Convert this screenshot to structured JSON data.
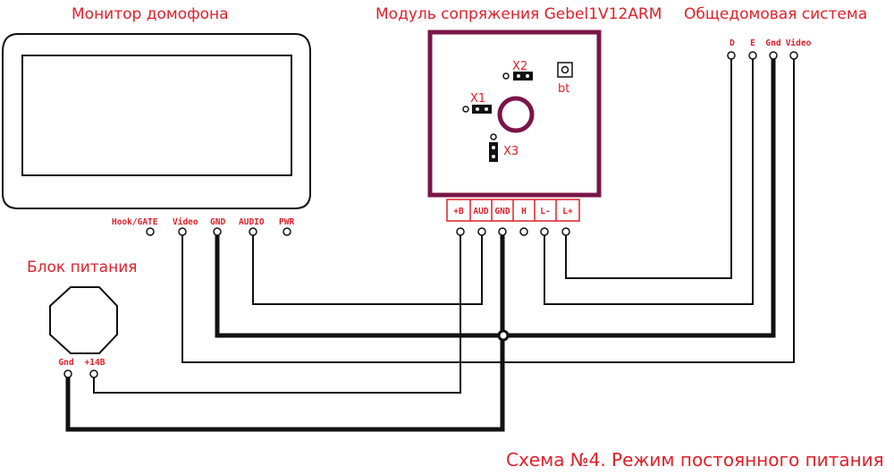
{
  "labels": {
    "monitor": "Монитор домофона",
    "module": "Модуль сопряжения Gebel1V12ARM",
    "building": "Общедомовая система",
    "power_unit": "Блок питания",
    "caption": "Схема №4. Режим постоянного питания"
  },
  "monitor_terminals": [
    "Hook/GATE",
    "Video",
    "GND",
    "AUDIO",
    "PWR"
  ],
  "module_terminals": [
    "+B",
    "AUD",
    "GND",
    "H",
    "L-",
    "L+"
  ],
  "building_terminals": [
    "D",
    "E",
    "Gnd",
    "Video"
  ],
  "power_terminals": [
    "Gnd",
    "+14B"
  ],
  "jumpers": {
    "x1": "X1",
    "x2": "X2",
    "x3": "X3",
    "button": "bt"
  },
  "colors": {
    "label": "#e0202a",
    "module_border": "#7a1548",
    "wire": "#111111"
  }
}
